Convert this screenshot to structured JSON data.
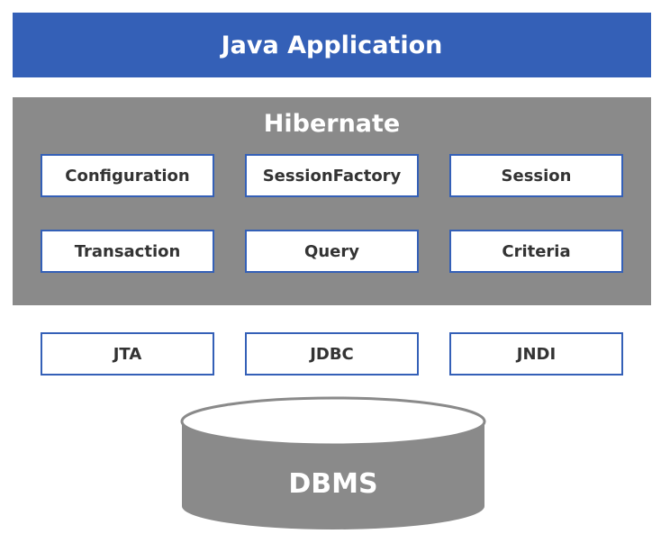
{
  "java_application": {
    "label": "Java Application"
  },
  "hibernate": {
    "title": "Hibernate",
    "components": [
      {
        "label": "Configuration"
      },
      {
        "label": "SessionFactory"
      },
      {
        "label": "Session"
      },
      {
        "label": "Transaction"
      },
      {
        "label": "Query"
      },
      {
        "label": "Criteria"
      }
    ]
  },
  "apis": [
    {
      "label": "JTA"
    },
    {
      "label": "JDBC"
    },
    {
      "label": "JNDI"
    }
  ],
  "database": {
    "label": "DBMS"
  },
  "colors": {
    "java_application": "#3460b7",
    "hibernate_layer": "#8a8a8a",
    "box_border": "#3460b7",
    "dbms": "#8a8a8a"
  }
}
